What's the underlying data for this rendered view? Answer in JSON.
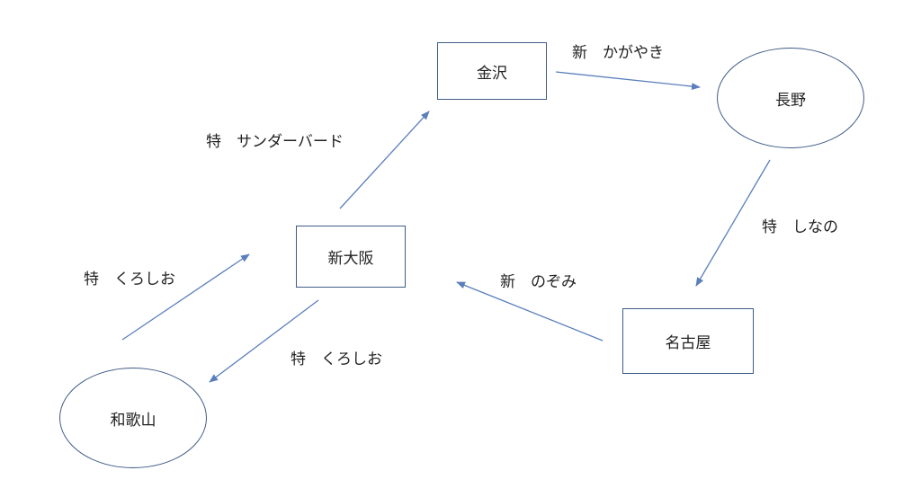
{
  "diagram": {
    "nodes": [
      {
        "id": "kanazawa",
        "label": "金沢",
        "shape": "rectangle"
      },
      {
        "id": "nagano",
        "label": "長野",
        "shape": "ellipse"
      },
      {
        "id": "shin_osaka",
        "label": "新大阪",
        "shape": "rectangle"
      },
      {
        "id": "nagoya",
        "label": "名古屋",
        "shape": "rectangle"
      },
      {
        "id": "wakayama",
        "label": "和歌山",
        "shape": "ellipse"
      }
    ],
    "edges": [
      {
        "id": "thunderbird",
        "from": "shin_osaka",
        "to": "kanazawa",
        "label": "特　サンダーバード"
      },
      {
        "id": "kagayaki",
        "from": "kanazawa",
        "to": "nagano",
        "label": "新　かがやき"
      },
      {
        "id": "shinano",
        "from": "nagano",
        "to": "nagoya",
        "label": "特　しなの"
      },
      {
        "id": "nozomi",
        "from": "nagoya",
        "to": "shin_osaka",
        "label": "新　のぞみ"
      },
      {
        "id": "kuroshio_up",
        "from": "wakayama",
        "to": "shin_osaka",
        "label": "特　くろしお"
      },
      {
        "id": "kuroshio_down",
        "from": "shin_osaka",
        "to": "wakayama",
        "label": "特　くろしお"
      }
    ],
    "colors": {
      "arrow": "#5b7fbd",
      "border": "#3e5c86"
    }
  }
}
